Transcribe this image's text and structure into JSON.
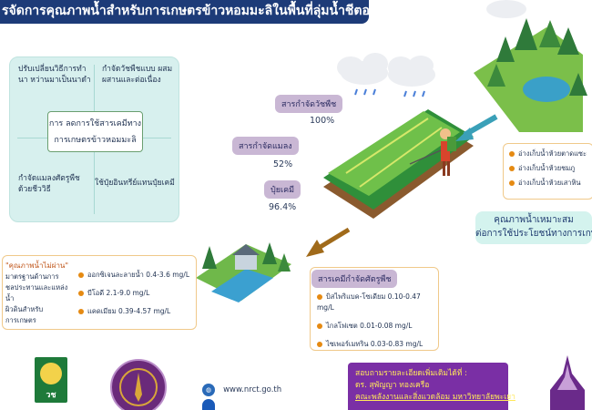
{
  "banner": {
    "title": "รจัดการคุณภาพน้ำสำหรับการเกษตรข้าวหอมมะลิในพื้นที่ลุ่มน้ำชีตอนเหนือ"
  },
  "management": {
    "top_left": "ปรับเปลี่ยนวิธีการทำนา หว่านมาเป็นนาดำ",
    "top_right": "กำจัดวัชพืชแบบ ผสมผสานและต่อเนื่อง",
    "center_line1": "การ ลดการใช้สารเคมีทาง",
    "center_line2": "การเกษตรข้าวหอมมะลิ",
    "bottom_left": "กำจัดแมลงศัตรูพืช ด้วยชีววิธี",
    "bottom_right": "ใช้ปุ๋ยอินทรีย์แทนปุ๋ยเคมี"
  },
  "chemicals": {
    "herbicide_label": "สารกำจัดวัชพืช",
    "herbicide_pct": "100%",
    "insecticide_label": "สารกำจัดแมลง",
    "insecticide_pct": "52%",
    "fertilizer_label": "ปุ๋ยเคมี",
    "fertilizer_pct": "96.4%"
  },
  "reservoirs": {
    "items": [
      "อ่างเก็บน้ำห้วยตาดแซะ",
      "อ่างเก็บน้ำห้วยชมภู",
      "อ่างเก็บน้ำห้วยเสาหิน"
    ],
    "suitability_line1": "คุณภาพน้ำเหมาะสม",
    "suitability_line2": "ต่อการใช้ประโยชน์ทางการเกษ"
  },
  "water_quality": {
    "note_title": "\"คุณภาพน้ำไม่ผ่าน\"",
    "note_lines": [
      "มาตรฐานด้านการ",
      "ชลประทานและแหล่งน้ำ",
      "ผิวดินสำหรับการเกษตร"
    ],
    "params": [
      "ออกซิเจนละลายน้ำ 0.4-3.6 mg/L",
      "บีโอดี 2.1-9.0 mg/L",
      "แคดเมียม 0.39-4.57 mg/L"
    ]
  },
  "pesticides": {
    "title": "สารเคมีกำจัดศัตรูพืช",
    "items": [
      "บิสไพริแบค-โซเดียม 0.10-0.47 mg/L",
      "ไกลโฟเซต 0.01-0.08 mg/L",
      "ไซเพอร์เมทริน 0.03-0.83 mg/L"
    ]
  },
  "footer": {
    "website": "www.nrct.go.th",
    "contact_lines": [
      "สอบถามรายละเอียดเพิ่มเติมได้ที่ :",
      "ดร. สุพัญญา ทองเครือ",
      "คณะพลังงานและสิ่งแวดล้อม มหาวิทยาลัยพะเยา"
    ],
    "badge_text": "วช"
  },
  "colors": {
    "banner": "#1d3b78",
    "panel": "#d7f0ee",
    "pill": "#c9b7d4",
    "accent": "#e58a12",
    "purple": "#7a2fa5"
  }
}
